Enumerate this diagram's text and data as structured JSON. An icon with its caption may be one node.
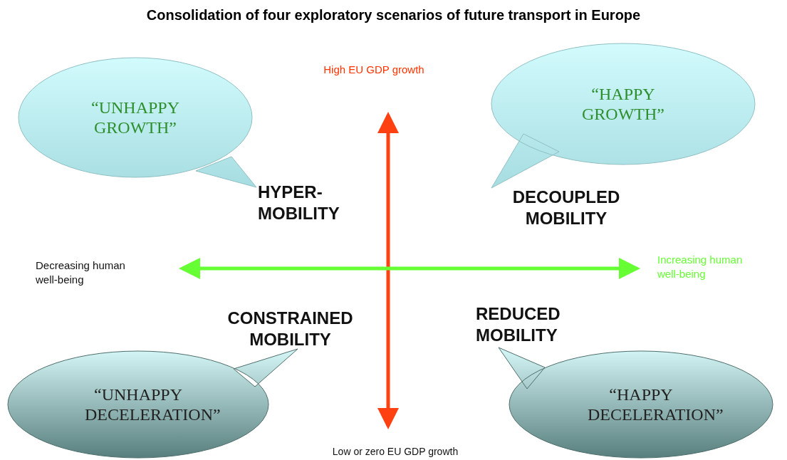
{
  "diagram": {
    "title": "Consolidation of four exploratory scenarios of future transport in Europe",
    "nodes": [
      {
        "text": [
          "“UNHAPPY GROWTH”"
        ]
      },
      {
        "text": [
          "“HAPPY GROWTH”"
        ]
      },
      {
        "text": [
          "“UNHAPPY DECELERATION”"
        ]
      },
      {
        "text": [
          "“HAPPY DECELERATION”"
        ]
      }
    ],
    "labels": [
      "High EU GDP growth",
      "HYPER- MOBILITY",
      "DECOUPLED MOBILITY",
      "Decreasing human well-being",
      "Increasing human well-being",
      "CONSTRAINED MOBILITY",
      "REDUCED MOBILITY",
      "Low or zero EU GDP growth"
    ]
  }
}
